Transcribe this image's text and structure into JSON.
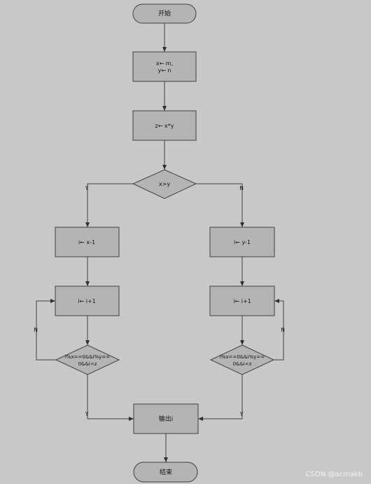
{
  "flowchart": {
    "start": "开始",
    "assign": {
      "line1": "x← m,",
      "line2": "y← n"
    },
    "multiply": "z← x*y",
    "compare": "x>y",
    "left": {
      "init": "i← x-1",
      "step": "i← i+1",
      "cond_line1": "i%x==0&&i%y==",
      "cond_line2": "0&&i<z"
    },
    "right": {
      "init": "i← y-1",
      "step": "i← i+1",
      "cond_line1": "i%x==0&&i%y==",
      "cond_line2": "0&&i<z"
    },
    "output": "输出i",
    "end": "结束",
    "edge_yes": "Y",
    "edge_no": "N"
  },
  "watermark": "CSDN @acmakb"
}
